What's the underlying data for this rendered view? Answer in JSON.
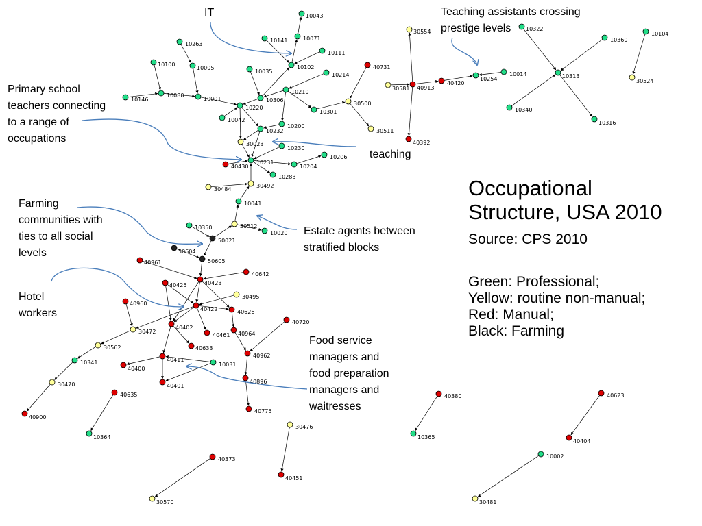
{
  "title": "Occupational\nStructure, USA 2010",
  "source": "Source: CPS 2010",
  "legend": [
    {
      "text": "Green: Professional;",
      "category": "professional",
      "color": "#22dd88"
    },
    {
      "text": "Yellow: routine non-manual;",
      "category": "routine",
      "color": "#ffff99"
    },
    {
      "text": "Red: Manual;",
      "category": "manual",
      "color": "#dd0000"
    },
    {
      "text": "Black: Farming",
      "category": "farming",
      "color": "#222222"
    }
  ],
  "annotations": {
    "it": "IT",
    "ta": "Teaching assistants crossing\nprestige levels",
    "primary": "Primary school\nteachers connecting\nto a range of\noccupations",
    "teaching": "teaching",
    "farming": "Farming\ncommunities with\nties to all social\nlevels",
    "estate": "Estate agents between\nstratified blocks",
    "hotel": "Hotel\nworkers",
    "food": "Food service\nmanagers and\nfood preparation\nmanagers and\nwaitresses"
  },
  "nodes": [
    {
      "id": "10043",
      "cat": "professional"
    },
    {
      "id": "10141",
      "cat": "professional"
    },
    {
      "id": "10071",
      "cat": "professional"
    },
    {
      "id": "10111",
      "cat": "professional"
    },
    {
      "id": "10102",
      "cat": "professional"
    },
    {
      "id": "10263",
      "cat": "professional"
    },
    {
      "id": "10100",
      "cat": "professional"
    },
    {
      "id": "10005",
      "cat": "professional"
    },
    {
      "id": "10035",
      "cat": "professional"
    },
    {
      "id": "10214",
      "cat": "professional"
    },
    {
      "id": "40731",
      "cat": "manual"
    },
    {
      "id": "10146",
      "cat": "professional"
    },
    {
      "id": "10080",
      "cat": "professional"
    },
    {
      "id": "10001",
      "cat": "professional"
    },
    {
      "id": "10306",
      "cat": "professional"
    },
    {
      "id": "10210",
      "cat": "professional"
    },
    {
      "id": "10220",
      "cat": "professional"
    },
    {
      "id": "10301",
      "cat": "professional"
    },
    {
      "id": "30500",
      "cat": "routine"
    },
    {
      "id": "10042",
      "cat": "professional"
    },
    {
      "id": "10232",
      "cat": "professional"
    },
    {
      "id": "10200",
      "cat": "professional"
    },
    {
      "id": "30511",
      "cat": "routine"
    },
    {
      "id": "30023",
      "cat": "routine"
    },
    {
      "id": "10230",
      "cat": "professional"
    },
    {
      "id": "40430",
      "cat": "manual"
    },
    {
      "id": "10231",
      "cat": "professional"
    },
    {
      "id": "10204",
      "cat": "professional"
    },
    {
      "id": "10206",
      "cat": "professional"
    },
    {
      "id": "10283",
      "cat": "professional"
    },
    {
      "id": "30484",
      "cat": "routine"
    },
    {
      "id": "30492",
      "cat": "routine"
    },
    {
      "id": "10041",
      "cat": "professional"
    },
    {
      "id": "10350",
      "cat": "professional"
    },
    {
      "id": "30512",
      "cat": "routine"
    },
    {
      "id": "10020",
      "cat": "professional"
    },
    {
      "id": "50021",
      "cat": "farming"
    },
    {
      "id": "50604",
      "cat": "farming"
    },
    {
      "id": "50605",
      "cat": "farming"
    },
    {
      "id": "40961",
      "cat": "manual"
    },
    {
      "id": "40642",
      "cat": "manual"
    },
    {
      "id": "40425",
      "cat": "manual"
    },
    {
      "id": "40423",
      "cat": "manual"
    },
    {
      "id": "30495",
      "cat": "routine"
    },
    {
      "id": "40960",
      "cat": "manual"
    },
    {
      "id": "40422",
      "cat": "manual"
    },
    {
      "id": "40626",
      "cat": "manual"
    },
    {
      "id": "30472",
      "cat": "routine"
    },
    {
      "id": "40402",
      "cat": "manual"
    },
    {
      "id": "40461",
      "cat": "manual"
    },
    {
      "id": "40964",
      "cat": "manual"
    },
    {
      "id": "40720",
      "cat": "manual"
    },
    {
      "id": "30562",
      "cat": "routine"
    },
    {
      "id": "40633",
      "cat": "manual"
    },
    {
      "id": "10341",
      "cat": "professional"
    },
    {
      "id": "40411",
      "cat": "manual"
    },
    {
      "id": "40962",
      "cat": "manual"
    },
    {
      "id": "40400",
      "cat": "manual"
    },
    {
      "id": "10031",
      "cat": "professional"
    },
    {
      "id": "40401",
      "cat": "manual"
    },
    {
      "id": "40896",
      "cat": "manual"
    },
    {
      "id": "30470",
      "cat": "routine"
    },
    {
      "id": "40775",
      "cat": "manual"
    },
    {
      "id": "40900",
      "cat": "manual"
    },
    {
      "id": "40635",
      "cat": "manual"
    },
    {
      "id": "10364",
      "cat": "professional"
    },
    {
      "id": "30554",
      "cat": "routine"
    },
    {
      "id": "30581",
      "cat": "routine"
    },
    {
      "id": "40913",
      "cat": "manual"
    },
    {
      "id": "40420",
      "cat": "manual"
    },
    {
      "id": "10254",
      "cat": "professional"
    },
    {
      "id": "10014",
      "cat": "professional"
    },
    {
      "id": "40392",
      "cat": "manual"
    },
    {
      "id": "10322",
      "cat": "professional"
    },
    {
      "id": "10360",
      "cat": "professional"
    },
    {
      "id": "10313",
      "cat": "professional"
    },
    {
      "id": "10340",
      "cat": "professional"
    },
    {
      "id": "10316",
      "cat": "professional"
    },
    {
      "id": "10104",
      "cat": "professional"
    },
    {
      "id": "30524",
      "cat": "routine"
    },
    {
      "id": "40380",
      "cat": "manual"
    },
    {
      "id": "10365",
      "cat": "professional"
    },
    {
      "id": "30476",
      "cat": "routine"
    },
    {
      "id": "40451",
      "cat": "manual"
    },
    {
      "id": "40373",
      "cat": "manual"
    },
    {
      "id": "30570",
      "cat": "routine"
    },
    {
      "id": "40623",
      "cat": "manual"
    },
    {
      "id": "40404",
      "cat": "manual"
    },
    {
      "id": "10002",
      "cat": "professional"
    },
    {
      "id": "30481",
      "cat": "routine"
    }
  ],
  "edges": [
    [
      "10071",
      "10043"
    ],
    [
      "10102",
      "10071"
    ],
    [
      "10141",
      "10102"
    ],
    [
      "10111",
      "10102"
    ],
    [
      "10306",
      "10102"
    ],
    [
      "10263",
      "10005"
    ],
    [
      "10005",
      "10001"
    ],
    [
      "10100",
      "10080"
    ],
    [
      "10146",
      "10080"
    ],
    [
      "10080",
      "10001"
    ],
    [
      "10001",
      "10220"
    ],
    [
      "10035",
      "10306"
    ],
    [
      "10306",
      "10220"
    ],
    [
      "10210",
      "10306"
    ],
    [
      "10214",
      "10210"
    ],
    [
      "10210",
      "10301"
    ],
    [
      "10301",
      "30500"
    ],
    [
      "40731",
      "30500"
    ],
    [
      "30500",
      "30511"
    ],
    [
      "10210",
      "10200"
    ],
    [
      "10042",
      "10220"
    ],
    [
      "10220",
      "10232"
    ],
    [
      "10200",
      "10232"
    ],
    [
      "10232",
      "30023"
    ],
    [
      "10220",
      "30023"
    ],
    [
      "10232",
      "10231"
    ],
    [
      "30023",
      "10231"
    ],
    [
      "10230",
      "10231"
    ],
    [
      "40430",
      "10231"
    ],
    [
      "10231",
      "10204"
    ],
    [
      "10204",
      "10206"
    ],
    [
      "10231",
      "10283"
    ],
    [
      "30492",
      "10231"
    ],
    [
      "30484",
      "30492"
    ],
    [
      "10041",
      "30492"
    ],
    [
      "30512",
      "10041"
    ],
    [
      "30512",
      "10020"
    ],
    [
      "50021",
      "30512"
    ],
    [
      "10350",
      "50021"
    ],
    [
      "50604",
      "50605"
    ],
    [
      "50021",
      "50605"
    ],
    [
      "50605",
      "40423"
    ],
    [
      "40961",
      "40423"
    ],
    [
      "40642",
      "40423"
    ],
    [
      "40425",
      "40422"
    ],
    [
      "40423",
      "40422"
    ],
    [
      "30495",
      "40422"
    ],
    [
      "40960",
      "30472"
    ],
    [
      "40422",
      "30472"
    ],
    [
      "40422",
      "40402"
    ],
    [
      "40423",
      "40402"
    ],
    [
      "40425",
      "40402"
    ],
    [
      "40423",
      "40626"
    ],
    [
      "40422",
      "40626"
    ],
    [
      "40422",
      "40461"
    ],
    [
      "40626",
      "40964"
    ],
    [
      "40964",
      "40962"
    ],
    [
      "40720",
      "40962"
    ],
    [
      "40402",
      "40633"
    ],
    [
      "40402",
      "40411"
    ],
    [
      "30472",
      "30562"
    ],
    [
      "30562",
      "10341"
    ],
    [
      "10341",
      "30470"
    ],
    [
      "30470",
      "40900"
    ],
    [
      "40411",
      "40400"
    ],
    [
      "10031",
      "40411"
    ],
    [
      "10031",
      "40401"
    ],
    [
      "40411",
      "40401"
    ],
    [
      "40962",
      "40896"
    ],
    [
      "40896",
      "40775"
    ],
    [
      "40635",
      "10364"
    ],
    [
      "30581",
      "40913"
    ],
    [
      "40913",
      "30554"
    ],
    [
      "40913",
      "40392"
    ],
    [
      "40913",
      "40420"
    ],
    [
      "40420",
      "10254"
    ],
    [
      "10014",
      "10254"
    ],
    [
      "10322",
      "10313"
    ],
    [
      "10360",
      "10313"
    ],
    [
      "10313",
      "10316"
    ],
    [
      "10340",
      "10313"
    ],
    [
      "10104",
      "30524"
    ],
    [
      "40380",
      "10365"
    ],
    [
      "30476",
      "40451"
    ],
    [
      "40373",
      "30570"
    ],
    [
      "40623",
      "40404"
    ],
    [
      "10002",
      "30481"
    ]
  ]
}
